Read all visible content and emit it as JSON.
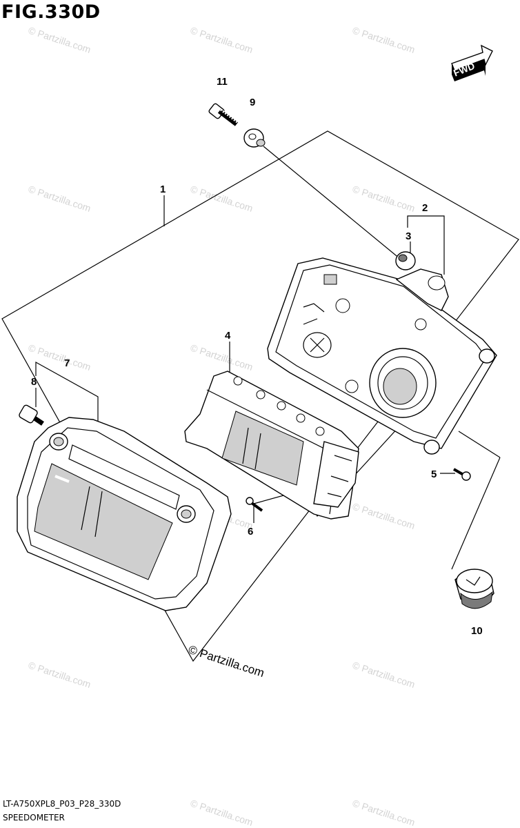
{
  "figure": {
    "title": "FIG.330D",
    "model_code": "LT-A750XPL8_P03_P28_330D",
    "section_name": "SPEEDOMETER",
    "fwd_label": "FWD"
  },
  "callouts": [
    {
      "id": "c1",
      "label": "1"
    },
    {
      "id": "c2",
      "label": "2"
    },
    {
      "id": "c3",
      "label": "3"
    },
    {
      "id": "c4",
      "label": "4"
    },
    {
      "id": "c5",
      "label": "5"
    },
    {
      "id": "c6",
      "label": "6"
    },
    {
      "id": "c7",
      "label": "7"
    },
    {
      "id": "c8",
      "label": "8"
    },
    {
      "id": "c9",
      "label": "9"
    },
    {
      "id": "c10",
      "label": "10"
    },
    {
      "id": "c11",
      "label": "11"
    }
  ],
  "watermark": {
    "text": "© Partzilla.com",
    "color": "#d3d3d3"
  }
}
